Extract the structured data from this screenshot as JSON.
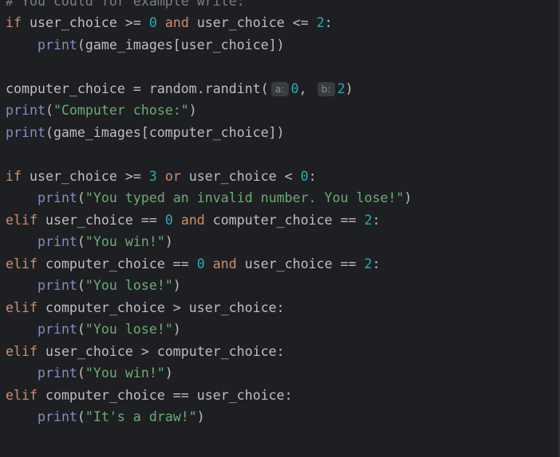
{
  "editor": {
    "lines": [
      [
        {
          "t": "comment",
          "v": "# You could for example write:"
        }
      ],
      [
        {
          "t": "kw",
          "v": "if"
        },
        {
          "t": "plain",
          "v": " user_choice >= "
        },
        {
          "t": "num",
          "v": "0"
        },
        {
          "t": "plain",
          "v": " "
        },
        {
          "t": "kw",
          "v": "and"
        },
        {
          "t": "plain",
          "v": " user_choice <= "
        },
        {
          "t": "num",
          "v": "2"
        },
        {
          "t": "plain",
          "v": ":"
        }
      ],
      [
        {
          "t": "plain",
          "v": "    "
        },
        {
          "t": "builtin",
          "v": "print"
        },
        {
          "t": "plain",
          "v": "(game_images[user_choice])"
        }
      ],
      [],
      [
        {
          "t": "plain",
          "v": "computer_choice = random.randint("
        },
        {
          "t": "hint",
          "v": "a:"
        },
        {
          "t": "num",
          "v": "0"
        },
        {
          "t": "plain",
          "v": ", "
        },
        {
          "t": "hint",
          "v": "b:"
        },
        {
          "t": "num",
          "v": "2"
        },
        {
          "t": "plain",
          "v": ")"
        }
      ],
      [
        {
          "t": "builtin",
          "v": "print"
        },
        {
          "t": "plain",
          "v": "("
        },
        {
          "t": "str",
          "v": "\"Computer chose:\""
        },
        {
          "t": "plain",
          "v": ")"
        }
      ],
      [
        {
          "t": "builtin",
          "v": "print"
        },
        {
          "t": "plain",
          "v": "(game_images[computer_choice])"
        }
      ],
      [],
      [
        {
          "t": "kw",
          "v": "if"
        },
        {
          "t": "plain",
          "v": " user_choice >= "
        },
        {
          "t": "num",
          "v": "3"
        },
        {
          "t": "plain",
          "v": " "
        },
        {
          "t": "kw",
          "v": "or"
        },
        {
          "t": "plain",
          "v": " user_choice < "
        },
        {
          "t": "num",
          "v": "0"
        },
        {
          "t": "plain",
          "v": ":"
        }
      ],
      [
        {
          "t": "plain",
          "v": "    "
        },
        {
          "t": "builtin",
          "v": "print"
        },
        {
          "t": "plain",
          "v": "("
        },
        {
          "t": "str",
          "v": "\"You typed an invalid number. You lose!\""
        },
        {
          "t": "plain",
          "v": ")"
        }
      ],
      [
        {
          "t": "kw",
          "v": "elif"
        },
        {
          "t": "plain",
          "v": " user_choice == "
        },
        {
          "t": "num",
          "v": "0"
        },
        {
          "t": "plain",
          "v": " "
        },
        {
          "t": "kw",
          "v": "and"
        },
        {
          "t": "plain",
          "v": " computer_choice == "
        },
        {
          "t": "num",
          "v": "2"
        },
        {
          "t": "plain",
          "v": ":"
        }
      ],
      [
        {
          "t": "plain",
          "v": "    "
        },
        {
          "t": "builtin",
          "v": "print"
        },
        {
          "t": "plain",
          "v": "("
        },
        {
          "t": "str",
          "v": "\"You win!\""
        },
        {
          "t": "plain",
          "v": ")"
        }
      ],
      [
        {
          "t": "kw",
          "v": "elif"
        },
        {
          "t": "plain",
          "v": " computer_choice == "
        },
        {
          "t": "num",
          "v": "0"
        },
        {
          "t": "plain",
          "v": " "
        },
        {
          "t": "kw",
          "v": "and"
        },
        {
          "t": "plain",
          "v": " user_choice == "
        },
        {
          "t": "num",
          "v": "2"
        },
        {
          "t": "plain",
          "v": ":"
        }
      ],
      [
        {
          "t": "plain",
          "v": "    "
        },
        {
          "t": "builtin",
          "v": "print"
        },
        {
          "t": "plain",
          "v": "("
        },
        {
          "t": "str",
          "v": "\"You lose!\""
        },
        {
          "t": "plain",
          "v": ")"
        }
      ],
      [
        {
          "t": "kw",
          "v": "elif"
        },
        {
          "t": "plain",
          "v": " computer_choice > user_choice:"
        }
      ],
      [
        {
          "t": "plain",
          "v": "    "
        },
        {
          "t": "builtin",
          "v": "print"
        },
        {
          "t": "plain",
          "v": "("
        },
        {
          "t": "str",
          "v": "\"You lose!\""
        },
        {
          "t": "plain",
          "v": ")"
        }
      ],
      [
        {
          "t": "kw",
          "v": "elif"
        },
        {
          "t": "plain",
          "v": " user_choice > computer_choice:"
        }
      ],
      [
        {
          "t": "plain",
          "v": "    "
        },
        {
          "t": "builtin",
          "v": "print"
        },
        {
          "t": "plain",
          "v": "("
        },
        {
          "t": "str",
          "v": "\"You win!\""
        },
        {
          "t": "plain",
          "v": ")"
        }
      ],
      [
        {
          "t": "kw",
          "v": "elif"
        },
        {
          "t": "plain",
          "v": " computer_choice == user_choice:"
        }
      ],
      [
        {
          "t": "plain",
          "v": "    "
        },
        {
          "t": "builtin",
          "v": "print"
        },
        {
          "t": "plain",
          "v": "("
        },
        {
          "t": "str",
          "v": "\"It's a draw!\""
        },
        {
          "t": "plain",
          "v": ")"
        }
      ]
    ]
  },
  "colors": {
    "background": "#1e1f22",
    "keyword": "#cf8e6d",
    "number": "#2aacb8",
    "string": "#6aab73",
    "builtin": "#8888c6",
    "plain": "#bcbec4",
    "comment": "#7a7e85",
    "hint_background": "#393b40",
    "hint_text": "#868a91"
  }
}
